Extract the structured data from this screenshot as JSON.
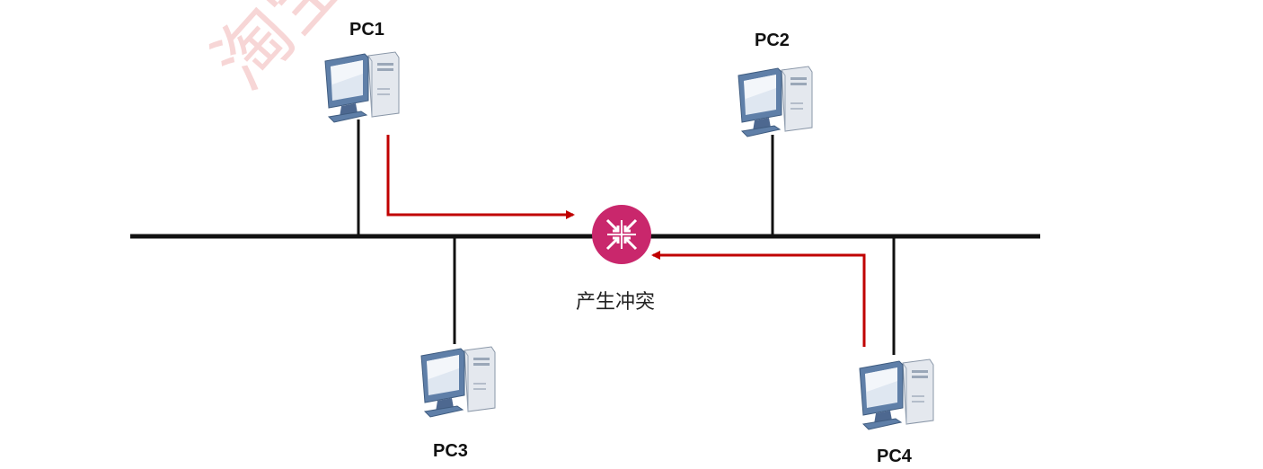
{
  "pcs": [
    {
      "id": "pc1",
      "label": "PC1"
    },
    {
      "id": "pc2",
      "label": "PC2"
    },
    {
      "id": "pc3",
      "label": "PC3"
    },
    {
      "id": "pc4",
      "label": "PC4"
    }
  ],
  "collision": {
    "label": "产生冲突",
    "icon": "collision-icon"
  },
  "watermark": {
    "text": "淘宝搜"
  },
  "colors": {
    "bus": "#111111",
    "signal_arrow": "#c00000",
    "collision": "#c9276c",
    "monitor_frame": "#5f7fa8"
  }
}
